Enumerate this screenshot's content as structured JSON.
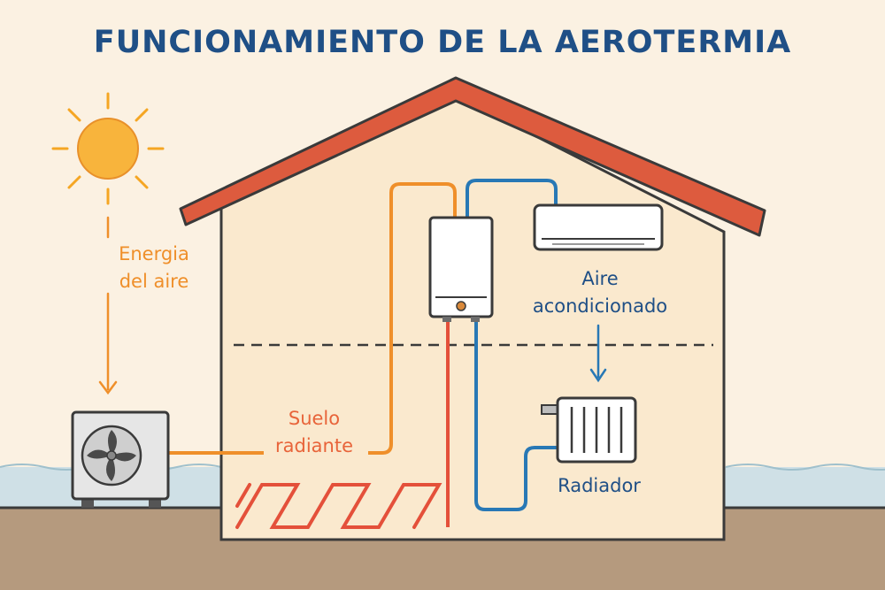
{
  "title": "FUNCIONAMIENTO DE LA AEROTERMIA",
  "labels": {
    "energy": [
      "Energia",
      "del aire"
    ],
    "underfloor": [
      "Suelo",
      "radiante"
    ],
    "ac": [
      "Aire",
      "acondicionado"
    ],
    "radiator": "Radiador"
  },
  "icons": [
    "sun-icon",
    "heat-pump-unit-icon",
    "boiler-unit-icon",
    "air-conditioner-icon",
    "radiator-icon"
  ],
  "colors": {
    "background": "#fbf1e2",
    "title": "#1f4f86",
    "roof": "#dd5b3e",
    "wall": "#fae9ce",
    "ground": "#b59a7e",
    "water": "#cfe0e6",
    "sun": "#f5a623",
    "hot_pipe": "#ef8f2a",
    "red_pipe": "#e4503a",
    "cold_pipe": "#2878b5",
    "outline": "#3a3a3a"
  }
}
